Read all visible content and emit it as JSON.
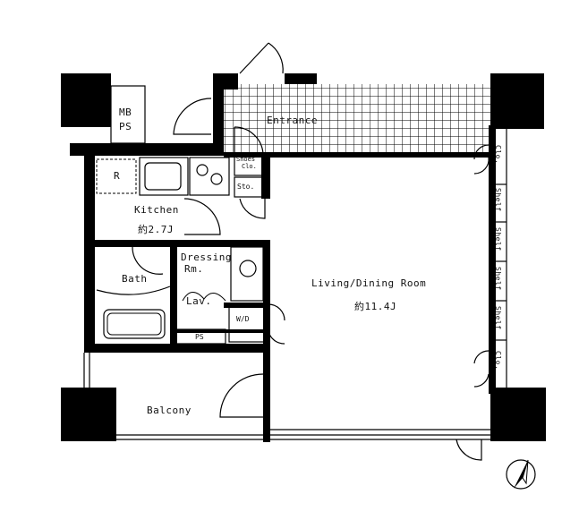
{
  "rooms": {
    "entrance": "Entrance",
    "shoes_closet": [
      "Shoes",
      "Clo."
    ],
    "storage": "Sto.",
    "kitchen": "Kitchen",
    "kitchen_size": "約2.7J",
    "refrigerator": "R",
    "dressing": [
      "Dressing",
      "Rm."
    ],
    "bath": "Bath",
    "lavatory": "Lav.",
    "washer": "W/D",
    "pipe_space": "PS",
    "living_dining": "Living/Dining Room",
    "living_size": "約11.4J",
    "balcony": "Balcony",
    "mb_ps": [
      "MB",
      "PS"
    ],
    "closet_top": "Clo.",
    "closet_bottom": "Clo.",
    "shelves": [
      "Shelf",
      "Shelf",
      "Shelf",
      "Shelf"
    ]
  },
  "compass": "north-arrow-icon"
}
